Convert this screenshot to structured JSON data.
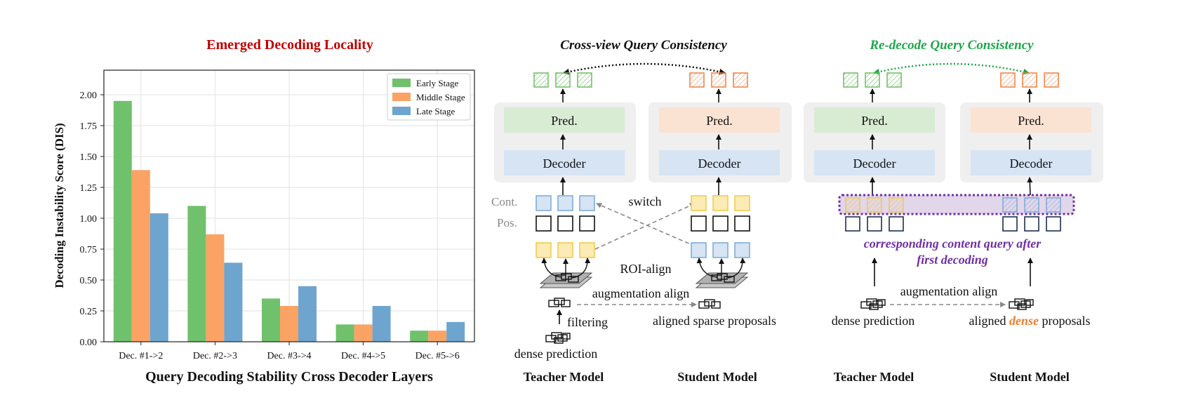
{
  "chart": {
    "title": "Emerged Decoding Locality",
    "caption": "Query Decoding Stability Cross Decoder Layers",
    "colors": {
      "title": "#c00000",
      "early": "#70c16b",
      "middle": "#fba265",
      "late": "#6ea5cf"
    }
  },
  "chart_data": {
    "type": "bar",
    "categories": [
      "Dec. #1->2",
      "Dec. #2->3",
      "Dec. #3->4",
      "Dec. #4->5",
      "Dec. #5->6"
    ],
    "series": [
      {
        "name": "Early Stage",
        "values": [
          1.95,
          1.1,
          0.35,
          0.14,
          0.09
        ]
      },
      {
        "name": "Middle Stage",
        "values": [
          1.39,
          0.87,
          0.29,
          0.14,
          0.09
        ]
      },
      {
        "name": "Late Stage",
        "values": [
          1.04,
          0.64,
          0.45,
          0.29,
          0.16
        ]
      }
    ],
    "ylabel": "Decoding Instability Score (DIS)",
    "ylim": [
      0,
      2.2
    ],
    "yticks": [
      "0.00",
      "0.25",
      "0.50",
      "0.75",
      "1.00",
      "1.25",
      "1.50",
      "1.75",
      "2.00"
    ],
    "grid": true,
    "legend": "top-right"
  },
  "diagram1": {
    "title": "Cross-view Query Consistency",
    "pred": "Pred.",
    "decoder": "Decoder",
    "cont": "Cont.",
    "pos": "Pos.",
    "switch": "switch",
    "roi_align": "ROI-align",
    "augmentation_align": "augmentation align",
    "filtering": "filtering",
    "dense_prediction": "dense prediction",
    "aligned_sparse": "aligned sparse proposals",
    "teacher": "Teacher Model",
    "student": "Student Model"
  },
  "diagram2": {
    "title": "Re-decode Query Consistency",
    "title_color": "#1fa64a",
    "pred": "Pred.",
    "decoder": "Decoder",
    "corresponding": "corresponding content query after",
    "first_decoding": "first decoding",
    "corresponding_color": "#7030a0",
    "augmentation_align": "augmentation align",
    "dense_prediction": "dense prediction",
    "aligned_prefix": "aligned ",
    "aligned_dense": "dense",
    "aligned_suffix": " proposals",
    "dense_color": "#ed7d31",
    "teacher": "Teacher Model",
    "student": "Student Model"
  }
}
